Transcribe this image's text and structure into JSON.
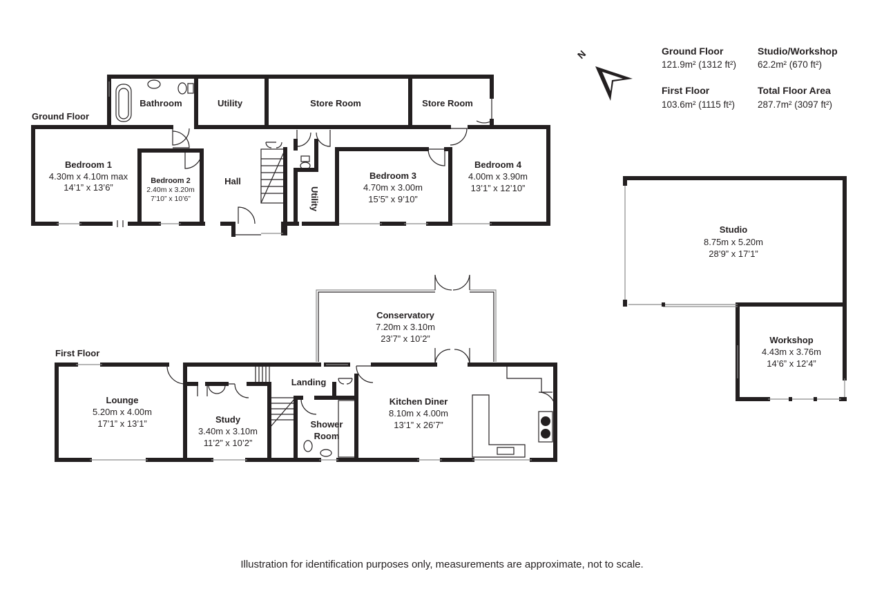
{
  "floor_labels": {
    "ground": "Ground Floor",
    "first": "First Floor"
  },
  "compass": {
    "label": "N"
  },
  "areas": {
    "ground": {
      "title": "Ground Floor",
      "value": "121.9m² (1312 ft²)"
    },
    "first": {
      "title": "First Floor",
      "value": "103.6m² (1115 ft²)"
    },
    "studio": {
      "title": "Studio/Workshop",
      "value": "62.2m² (670 ft²)"
    },
    "total": {
      "title": "Total Floor Area",
      "value": "287.7m² (3097 ft²)"
    }
  },
  "rooms": {
    "bathroom": {
      "name": "Bathroom"
    },
    "utility_top": {
      "name": "Utility"
    },
    "store_room_1": {
      "name": "Store Room"
    },
    "store_room_2": {
      "name": "Store Room"
    },
    "bedroom1": {
      "name": "Bedroom 1",
      "metric": "4.30m x 4.10m max",
      "imperial": "14’1” x 13’6”"
    },
    "bedroom2": {
      "name": "Bedroom 2",
      "metric": "2.40m x 3.20m",
      "imperial": "7’10” x 10’6”"
    },
    "hall": {
      "name": "Hall"
    },
    "utility_side": {
      "name": "Utility"
    },
    "bedroom3": {
      "name": "Bedroom 3",
      "metric": "4.70m x 3.00m",
      "imperial": "15’5” x 9’10”"
    },
    "bedroom4": {
      "name": "Bedroom 4",
      "metric": "4.00m x 3.90m",
      "imperial": "13’1” x 12’10”"
    },
    "studio": {
      "name": "Studio",
      "metric": "8.75m x 5.20m",
      "imperial": "28’9” x 17’1”"
    },
    "workshop": {
      "name": "Workshop",
      "metric": "4.43m x 3.76m",
      "imperial": "14’6” x 12’4”"
    },
    "conservatory": {
      "name": "Conservatory",
      "metric": "7.20m x 3.10m",
      "imperial": "23’7” x 10’2”"
    },
    "lounge": {
      "name": "Lounge",
      "metric": "5.20m x 4.00m",
      "imperial": "17’1” x 13’1”"
    },
    "study": {
      "name": "Study",
      "metric": "3.40m x 3.10m",
      "imperial": "11’2” x 10’2”"
    },
    "landing": {
      "name": "Landing"
    },
    "shower_room": {
      "name_line1": "Shower",
      "name_line2": "Room"
    },
    "kitchen": {
      "name": "Kitchen Diner",
      "metric": "8.10m x 4.00m",
      "imperial": "13’1” x 26’7”"
    }
  },
  "disclaimer": "Illustration for identification purposes only, measurements are approximate, not to scale."
}
